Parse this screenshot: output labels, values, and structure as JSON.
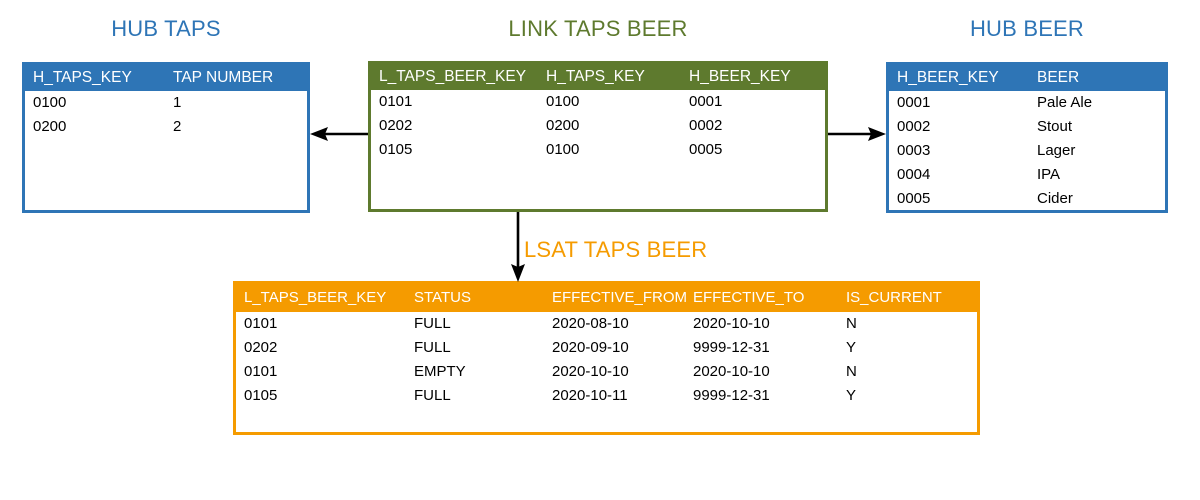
{
  "diagram": {
    "title_hub_taps": "HUB TAPS",
    "title_link_taps_beer": "LINK TAPS BEER",
    "title_hub_beer": "HUB BEER",
    "title_lsat_taps_beer": "LSAT TAPS BEER"
  },
  "colors": {
    "hub_blue": "#2E75B6",
    "link_green": "#5E7A2E",
    "sat_orange": "#F59B00",
    "text_black": "#000000",
    "header_text": "#FFFFFF",
    "background": "#FFFFFF",
    "arrow": "#000000"
  },
  "hub_taps": {
    "columns": [
      "H_TAPS_KEY",
      "TAP NUMBER"
    ],
    "rows": [
      [
        "0100",
        "1"
      ],
      [
        "0200",
        "2"
      ]
    ]
  },
  "link_taps_beer": {
    "columns": [
      "L_TAPS_BEER_KEY",
      "H_TAPS_KEY",
      "H_BEER_KEY"
    ],
    "rows": [
      [
        "0101",
        "0100",
        "0001"
      ],
      [
        "0202",
        "0200",
        "0002"
      ],
      [
        "0105",
        "0100",
        "0005"
      ]
    ]
  },
  "hub_beer": {
    "columns": [
      "H_BEER_KEY",
      "BEER"
    ],
    "rows": [
      [
        "0001",
        "Pale Ale"
      ],
      [
        "0002",
        "Stout"
      ],
      [
        "0003",
        "Lager"
      ],
      [
        "0004",
        "IPA"
      ],
      [
        "0005",
        "Cider"
      ]
    ]
  },
  "lsat_taps_beer": {
    "columns": [
      "L_TAPS_BEER_KEY",
      "STATUS",
      "EFFECTIVE_FROM",
      "EFFECTIVE_TO",
      "IS_CURRENT"
    ],
    "rows": [
      [
        "0101",
        "FULL",
        "2020-08-10",
        "2020-10-10",
        "N"
      ],
      [
        "0202",
        "FULL",
        "2020-09-10",
        "9999-12-31",
        "Y"
      ],
      [
        "0101",
        "EMPTY",
        "2020-10-10",
        "2020-10-10",
        "N"
      ],
      [
        "0105",
        "FULL",
        "2020-10-11",
        "9999-12-31",
        "Y"
      ]
    ]
  },
  "connectors": [
    {
      "name": "link-to-hub-taps",
      "direction": "left"
    },
    {
      "name": "link-to-hub-beer",
      "direction": "right"
    },
    {
      "name": "link-to-lsat",
      "direction": "down"
    }
  ]
}
